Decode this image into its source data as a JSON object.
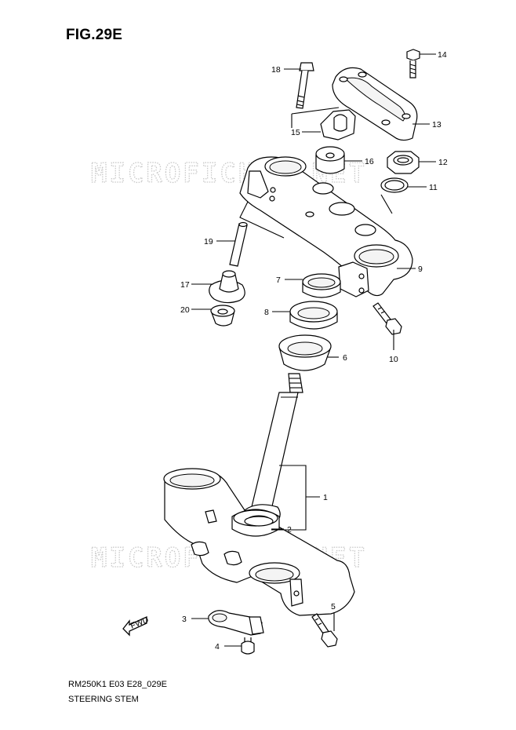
{
  "figure_label": "FIG.29E",
  "footer": {
    "code": "RM250K1 E03 E28_029E",
    "name": "STEERING STEM"
  },
  "watermark": "MICROFICHES.NET",
  "fwd_label": "FWD",
  "callouts": [
    "1",
    "2",
    "3",
    "4",
    "5",
    "6",
    "7",
    "8",
    "9",
    "10",
    "11",
    "12",
    "13",
    "14",
    "15",
    "16",
    "17",
    "18",
    "19",
    "20"
  ]
}
